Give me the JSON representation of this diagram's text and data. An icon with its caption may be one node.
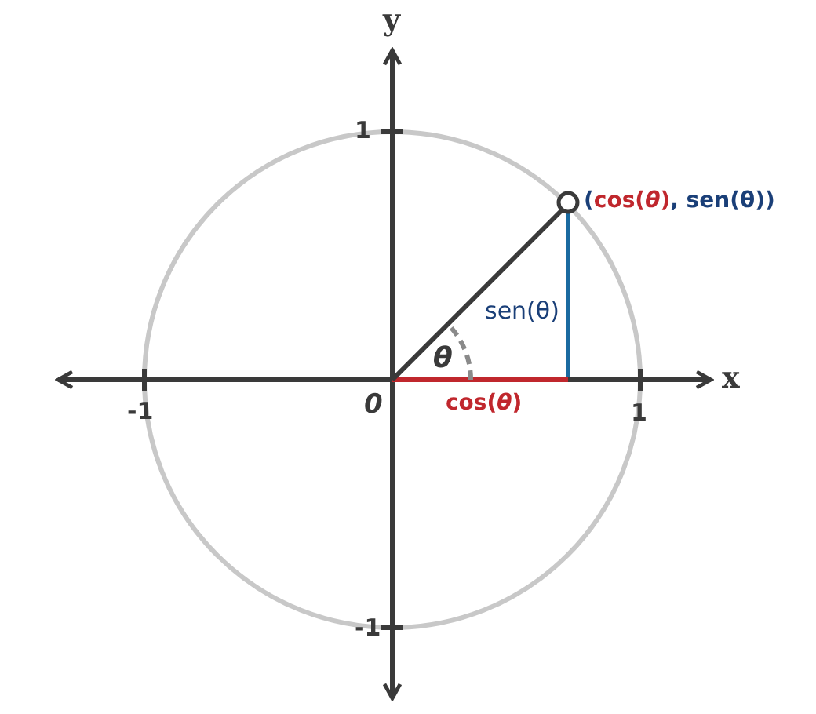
{
  "diagram": {
    "labels": [
      "y",
      "1",
      "(cos(*θ*), sen(θ))",
      "sen(θ)",
      "θ",
      "x",
      "-1",
      "0",
      "cos(*θ*)",
      "1",
      "-1"
    ]
  }
}
